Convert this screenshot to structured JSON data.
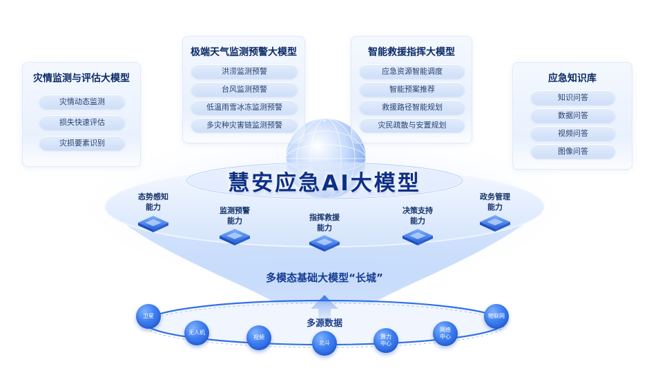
{
  "cards": {
    "left": {
      "title": "灾情监测与评估大模型",
      "items": [
        "灾情动态监测",
        "损失快速评估",
        "灾损要素识别"
      ]
    },
    "weather": {
      "title": "极端天气监测预警大模型",
      "items": [
        "洪涝监测预警",
        "台风监测预警",
        "低温雨雪冰冻监测预警",
        "多灾种灾害链监测预警"
      ]
    },
    "rescue": {
      "title": "智能救援指挥大模型",
      "items": [
        "应急资源智能调度",
        "智能预案推荐",
        "救援路径智能规划",
        "灾民疏散与安置规划"
      ]
    },
    "knowledge": {
      "title": "应急知识库",
      "items": [
        "知识问答",
        "数据问答",
        "视频问答",
        "图像问答"
      ]
    }
  },
  "core": {
    "title": "慧安应急AI大模型",
    "capabilities": [
      {
        "line1": "态势感知",
        "line2": "能力"
      },
      {
        "line1": "监测预警",
        "line2": "能力"
      },
      {
        "line1": "指挥救援",
        "line2": "能力"
      },
      {
        "line1": "决策支持",
        "line2": "能力"
      },
      {
        "line1": "政务管理",
        "line2": "能力"
      }
    ],
    "base_title": "多模态基础大模型“长城”"
  },
  "sources": {
    "title": "多源数据",
    "nodes": [
      "卫星",
      "无人机",
      "视频",
      "北斗",
      "算力\n中心",
      "网络\n中心",
      "物联网"
    ]
  },
  "colors": {
    "title": "#0d2f86",
    "accent": "#2f6fe8",
    "card_bg": "#eef4fd",
    "pill_bg": "#d6e4fa",
    "node": "#2f6fe8"
  }
}
